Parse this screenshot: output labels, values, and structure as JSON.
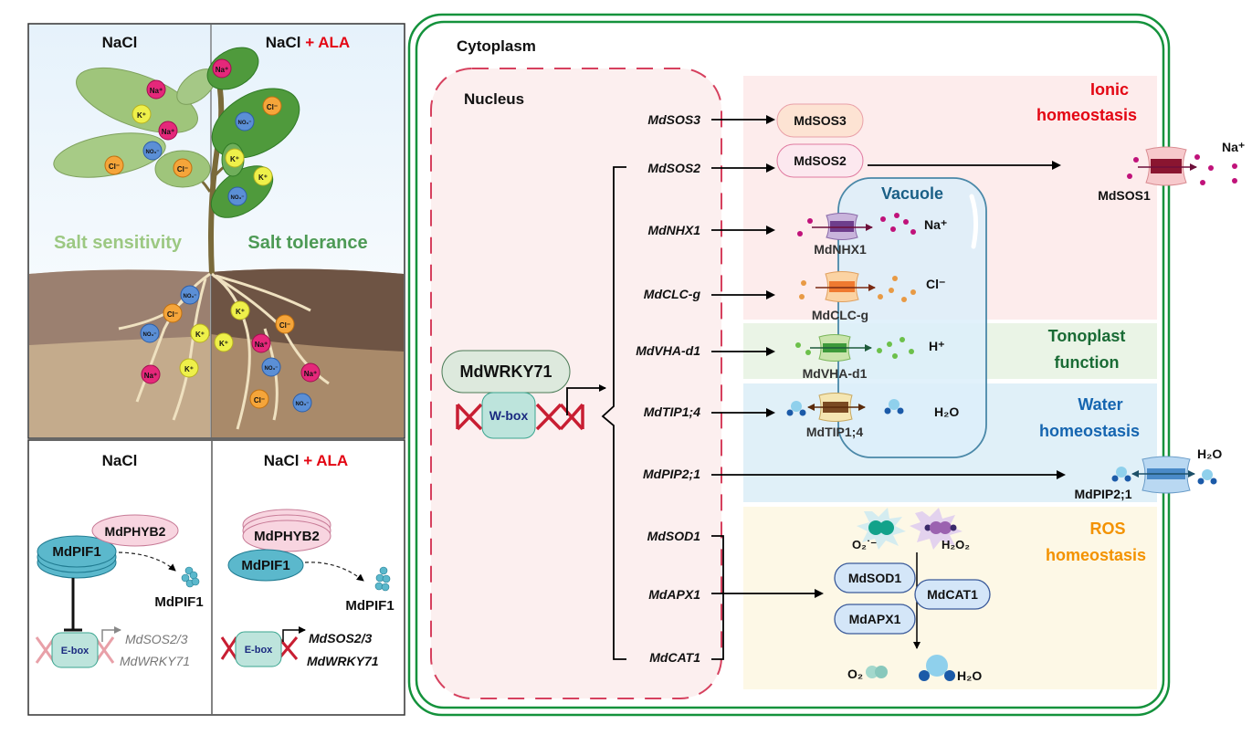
{
  "left_panel": {
    "top": {
      "left_title": "NaCl",
      "right_title_base": "NaCl ",
      "right_title_accent": "+ ALA",
      "left_caption": "Salt sensitivity",
      "right_caption": "Salt tolerance",
      "ions": {
        "na": "Na⁺",
        "k": "K⁺",
        "cl": "Cl⁻",
        "no3": "NO₃⁻"
      }
    },
    "bottom": {
      "left_title": "NaCl",
      "right_title_base": "NaCl ",
      "right_title_accent": "+ ALA",
      "phyb2": "MdPHYB2",
      "pif1": "MdPIF1",
      "pif1_degraded": "MdPIF1",
      "ebox": "E-box",
      "target_gene_1": "MdSOS2/3",
      "target_gene_2": "MdWRKY71"
    }
  },
  "cell": {
    "cytoplasm_label": "Cytoplasm",
    "nucleus_label": "Nucleus",
    "wrky": "MdWRKY71",
    "wbox": "W-box",
    "genes": [
      "MdSOS3",
      "MdSOS2",
      "MdNHX1",
      "MdCLC-g",
      "MdVHA-d1",
      "MdTIP1;4",
      "MdPIP2;1",
      "MdSOD1",
      "MdAPX1",
      "MdCAT1"
    ],
    "vacuole_label": "Vacuole",
    "proteins": {
      "sos3": "MdSOS3",
      "sos2": "MdSOS2",
      "sos1": "MdSOS1",
      "nhx1": "MdNHX1",
      "clcg": "MdCLC-g",
      "vha": "MdVHA-d1",
      "tip": "MdTIP1;4",
      "pip": "MdPIP2;1",
      "sod1": "MdSOD1",
      "apx1": "MdAPX1",
      "cat1": "MdCAT1"
    },
    "ions": {
      "na": "Na⁺",
      "cl": "Cl⁻",
      "h": "H⁺",
      "h2o": "H₂O",
      "superoxide": "O₂˙⁻",
      "h2o2": "H₂O₂",
      "o2": "O₂"
    },
    "sections": {
      "ionic": [
        "Ionic",
        "homeostasis"
      ],
      "tonoplast": [
        "Tonoplast",
        "function"
      ],
      "water": [
        "Water",
        "homeostasis"
      ],
      "ros": [
        "ROS",
        "homeostasis"
      ]
    },
    "colors": {
      "ionic": "#e30613",
      "tonoplast": "#1a6b35",
      "water": "#1565b0",
      "ros": "#f39200",
      "membrane": "#14923c",
      "nucleus_border": "#d6405e",
      "accent_red": "#e30613"
    }
  }
}
